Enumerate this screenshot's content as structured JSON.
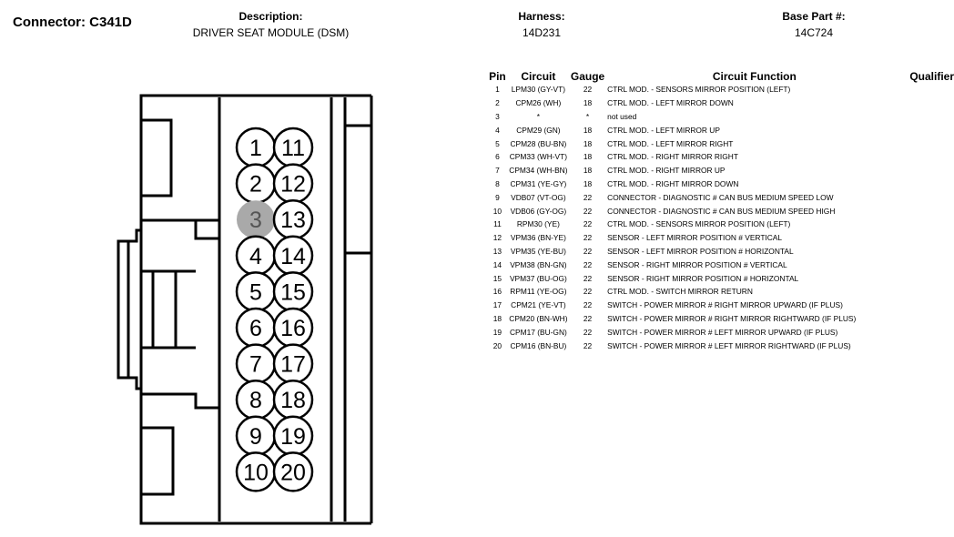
{
  "header": {
    "connector_title": "Connector: C341D",
    "description_label": "Description:",
    "description_value": "DRIVER SEAT MODULE (DSM)",
    "harness_label": "Harness:",
    "harness_value": "14D231",
    "base_part_label": "Base Part #:",
    "base_part_value": "14C724"
  },
  "table": {
    "columns": [
      "Pin",
      "Circuit",
      "Gauge",
      "Circuit Function",
      "Qualifier"
    ],
    "rows": [
      {
        "pin": "1",
        "circuit": "LPM30 (GY-VT)",
        "gauge": "22",
        "function": "CTRL MOD. - SENSORS MIRROR POSITION (LEFT)"
      },
      {
        "pin": "2",
        "circuit": "CPM26 (WH)",
        "gauge": "18",
        "function": "CTRL MOD. - LEFT MIRROR DOWN"
      },
      {
        "pin": "3",
        "circuit": "*",
        "gauge": "*",
        "function": "not used"
      },
      {
        "pin": "4",
        "circuit": "CPM29 (GN)",
        "gauge": "18",
        "function": "CTRL MOD. - LEFT MIRROR UP"
      },
      {
        "pin": "5",
        "circuit": "CPM28 (BU-BN)",
        "gauge": "18",
        "function": "CTRL MOD. - LEFT MIRROR RIGHT"
      },
      {
        "pin": "6",
        "circuit": "CPM33 (WH-VT)",
        "gauge": "18",
        "function": "CTRL MOD. - RIGHT MIRROR RIGHT"
      },
      {
        "pin": "7",
        "circuit": "CPM34 (WH-BN)",
        "gauge": "18",
        "function": "CTRL MOD. - RIGHT MIRROR UP"
      },
      {
        "pin": "8",
        "circuit": "CPM31 (YE-GY)",
        "gauge": "18",
        "function": "CTRL MOD. - RIGHT MIRROR DOWN"
      },
      {
        "pin": "9",
        "circuit": "VDB07 (VT-OG)",
        "gauge": "22",
        "function": "CONNECTOR - DIAGNOSTIC # CAN BUS MEDIUM SPEED LOW"
      },
      {
        "pin": "10",
        "circuit": "VDB06 (GY-OG)",
        "gauge": "22",
        "function": "CONNECTOR - DIAGNOSTIC # CAN BUS MEDIUM SPEED HIGH"
      },
      {
        "pin": "11",
        "circuit": "RPM30 (YE)",
        "gauge": "22",
        "function": "CTRL MOD. - SENSORS MIRROR POSITION (LEFT)"
      },
      {
        "pin": "12",
        "circuit": "VPM36 (BN-YE)",
        "gauge": "22",
        "function": "SENSOR - LEFT MIRROR POSITION # VERTICAL"
      },
      {
        "pin": "13",
        "circuit": "VPM35 (YE-BU)",
        "gauge": "22",
        "function": "SENSOR - LEFT MIRROR POSITION # HORIZONTAL"
      },
      {
        "pin": "14",
        "circuit": "VPM38 (BN-GN)",
        "gauge": "22",
        "function": "SENSOR - RIGHT MIRROR POSITION # VERTICAL"
      },
      {
        "pin": "15",
        "circuit": "VPM37 (BU-OG)",
        "gauge": "22",
        "function": "SENSOR - RIGHT MIRROR POSITION # HORIZONTAL"
      },
      {
        "pin": "16",
        "circuit": "RPM11 (YE-OG)",
        "gauge": "22",
        "function": "CTRL MOD. - SWITCH MIRROR RETURN"
      },
      {
        "pin": "17",
        "circuit": "CPM21 (YE-VT)",
        "gauge": "22",
        "function": "SWITCH - POWER MIRROR # RIGHT MIRROR UPWARD (IF PLUS)"
      },
      {
        "pin": "18",
        "circuit": "CPM20 (BN-WH)",
        "gauge": "22",
        "function": "SWITCH - POWER MIRROR # RIGHT MIRROR RIGHTWARD (IF PLUS)"
      },
      {
        "pin": "19",
        "circuit": "CPM17 (BU-GN)",
        "gauge": "22",
        "function": "SWITCH - POWER MIRROR # LEFT MIRROR UPWARD (IF PLUS)"
      },
      {
        "pin": "20",
        "circuit": "CPM16 (BN-BU)",
        "gauge": "22",
        "function": "SWITCH - POWER MIRROR # LEFT MIRROR RIGHTWARD (IF PLUS)"
      }
    ]
  },
  "connector": {
    "left_column_pins": [
      "1",
      "2",
      "3",
      "4",
      "5",
      "6",
      "7",
      "8",
      "9",
      "10"
    ],
    "right_column_pins": [
      "11",
      "12",
      "13",
      "14",
      "15",
      "16",
      "17",
      "18",
      "19",
      "20"
    ],
    "unused_pins": [
      "3"
    ],
    "unused_fill_color": "#a9a9a9"
  }
}
